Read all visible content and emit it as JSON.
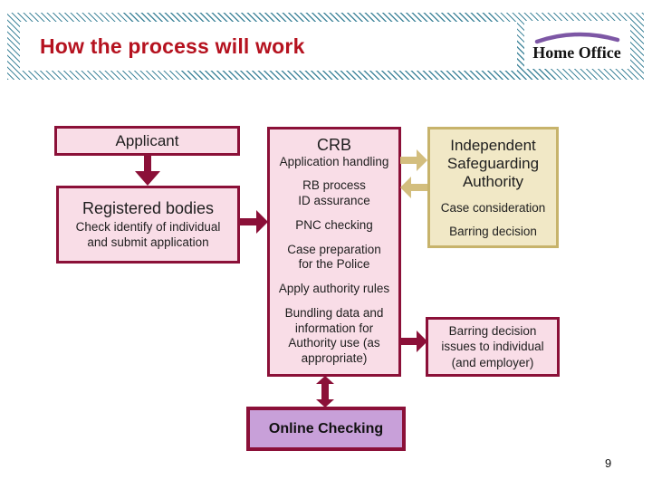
{
  "slide": {
    "title": "How the process will work",
    "logo_text": "Home Office",
    "page_number": "9"
  },
  "flowchart": {
    "applicant": {
      "label": "Applicant"
    },
    "registered_bodies": {
      "title": "Registered bodies",
      "subtitle": "Check identify of individual\nand submit application"
    },
    "crb": {
      "title": "CRB",
      "items": [
        "Application handling",
        "RB process\nID assurance",
        "PNC checking",
        "Case preparation\nfor the Police",
        "Apply authority rules",
        "Bundling data and\ninformation for\nAuthority use (as\nappropriate)"
      ]
    },
    "isa": {
      "title": "Independent\nSafeguarding\nAuthority",
      "items": [
        "Case consideration",
        "Barring decision"
      ]
    },
    "barring_decision": {
      "label": "Barring decision\nissues to individual\n(and employer)"
    },
    "online_checking": {
      "label": "Online Checking"
    }
  },
  "colors": {
    "maroon": "#8b1038",
    "pink_fill": "#f9dde7",
    "tan_fill": "#f1e8c6",
    "tan_border": "#c7b36b",
    "tan_arrow": "#d3be7e",
    "lavender_fill": "#c8a0d9",
    "title_red": "#b5121f",
    "hatch_teal": "#46899e",
    "logo_purple": "#7d57a5"
  }
}
